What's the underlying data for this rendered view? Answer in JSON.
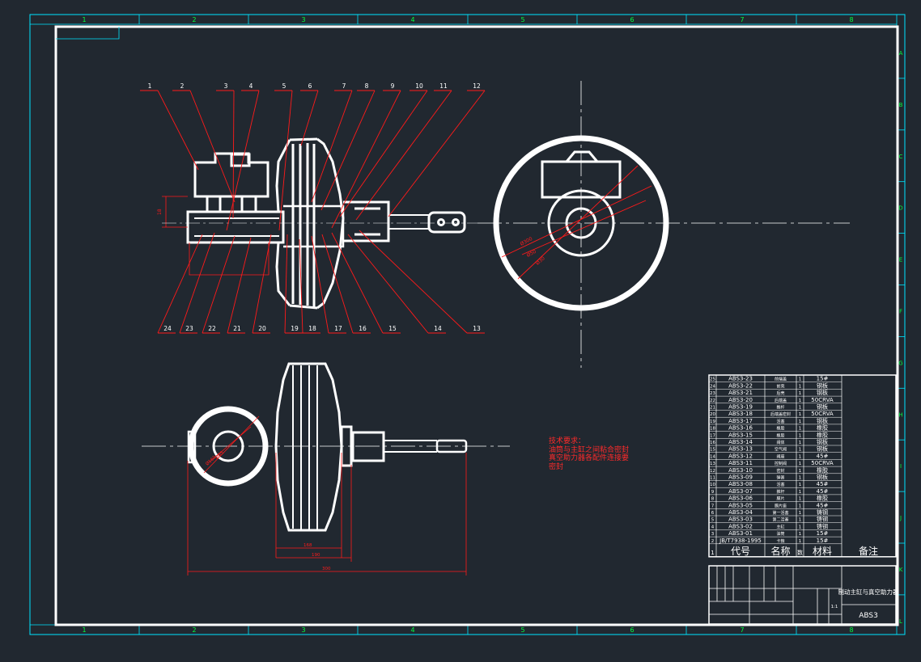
{
  "frame": {
    "column_labels": [
      "1",
      "2",
      "3",
      "4",
      "5",
      "6",
      "7",
      "8"
    ],
    "row_labels": [
      "A",
      "B",
      "C",
      "D",
      "E",
      "F",
      "G",
      "H",
      "I",
      "J",
      "K",
      "L"
    ]
  },
  "balloons_top": [
    "1",
    "2",
    "3",
    "4",
    "5",
    "6",
    "7",
    "8",
    "9",
    "10",
    "11",
    "12"
  ],
  "balloons_bottom": [
    "24",
    "23",
    "22",
    "21",
    "20",
    "19",
    "18",
    "17",
    "16",
    "15",
    "14",
    "13"
  ],
  "technical_requirements": {
    "title": "技术要求：",
    "lines": [
      "油筒与主缸之间粘合密封",
      "真空助力器各配件连接要",
      "密封"
    ]
  },
  "dimensions": {
    "side_view": [
      "18"
    ],
    "end_view_diameters": [
      "Ø300",
      "Ø50",
      "Ø30"
    ],
    "bottom_view": [
      "Ø160",
      "Ø65",
      "168",
      "190",
      "300"
    ]
  },
  "parts_list": [
    {
      "no": "25",
      "code": "ABS3-23",
      "name": "前端盖",
      "qty": "1",
      "material": "15#"
    },
    {
      "no": "24",
      "code": "ABS3-22",
      "name": "前壳",
      "qty": "1",
      "material": "钢板"
    },
    {
      "no": "23",
      "code": "ABS3-21",
      "name": "后壳",
      "qty": "1",
      "material": "钢板"
    },
    {
      "no": "22",
      "code": "ABS3-20",
      "name": "后端盖",
      "qty": "1",
      "material": "50CRVA"
    },
    {
      "no": "21",
      "code": "ABS3-19",
      "name": "推杆",
      "qty": "1",
      "material": "钢板"
    },
    {
      "no": "20",
      "code": "ABS3-18",
      "name": "后端盖密封",
      "qty": "1",
      "material": "50CRVA"
    },
    {
      "no": "19",
      "code": "ABS3-17",
      "name": "活塞",
      "qty": "1",
      "material": "钢板"
    },
    {
      "no": "18",
      "code": "ABS3-16",
      "name": "橡胶",
      "qty": "1",
      "material": "橡胶"
    },
    {
      "no": "17",
      "code": "ABS3-15",
      "name": "橡胶",
      "qty": "1",
      "material": "橡胶"
    },
    {
      "no": "16",
      "code": "ABS3-14",
      "name": "阀体",
      "qty": "1",
      "material": "钢板"
    },
    {
      "no": "15",
      "code": "ABS3-13",
      "name": "空气阀",
      "qty": "1",
      "material": "钢板"
    },
    {
      "no": "14",
      "code": "ABS3-12",
      "name": "阀座",
      "qty": "1",
      "material": "45#"
    },
    {
      "no": "13",
      "code": "ABS3-11",
      "name": "控制阀",
      "qty": "1",
      "material": "50CRVA"
    },
    {
      "no": "12",
      "code": "ABS3-10",
      "name": "密封",
      "qty": "1",
      "material": "橡胶"
    },
    {
      "no": "11",
      "code": "ABS3-09",
      "name": "弹簧",
      "qty": "1",
      "material": "钢板"
    },
    {
      "no": "10",
      "code": "ABS3-08",
      "name": "活塞",
      "qty": "1",
      "material": "45#"
    },
    {
      "no": "9",
      "code": "ABS3-07",
      "name": "推杆",
      "qty": "1",
      "material": "45#"
    },
    {
      "no": "8",
      "code": "ABS3-06",
      "name": "膜片",
      "qty": "1",
      "material": "橡胶"
    },
    {
      "no": "7",
      "code": "ABS3-05",
      "name": "膜片座",
      "qty": "1",
      "material": "45#"
    },
    {
      "no": "6",
      "code": "ABS3-04",
      "name": "第一活塞",
      "qty": "1",
      "material": "铸钢"
    },
    {
      "no": "5",
      "code": "ABS3-03",
      "name": "第二活塞",
      "qty": "1",
      "material": "铸钢"
    },
    {
      "no": "4",
      "code": "ABS3-02",
      "name": "主缸",
      "qty": "1",
      "material": "铸钢"
    },
    {
      "no": "3",
      "code": "ABS3-01",
      "name": "油筒",
      "qty": "1",
      "material": "15#"
    },
    {
      "no": "2",
      "code": "JB/T7938-1995",
      "name": "卡箍",
      "qty": "1",
      "material": "15#"
    }
  ],
  "parts_header": {
    "no": "1",
    "code": "代号",
    "name": "名称",
    "qty": "数",
    "material": "材料",
    "remark": "备注"
  },
  "title_block": {
    "drawing_title": "制动主缸与真空助力器",
    "drawing_number": "ABS3",
    "scale": "1:1"
  },
  "colors": {
    "background": "#212830",
    "frame": "#00e5ff",
    "outline": "#ffffff",
    "leader": "#ff1a1a",
    "grid_label": "#00ff40",
    "center_line": "#ffffff"
  }
}
